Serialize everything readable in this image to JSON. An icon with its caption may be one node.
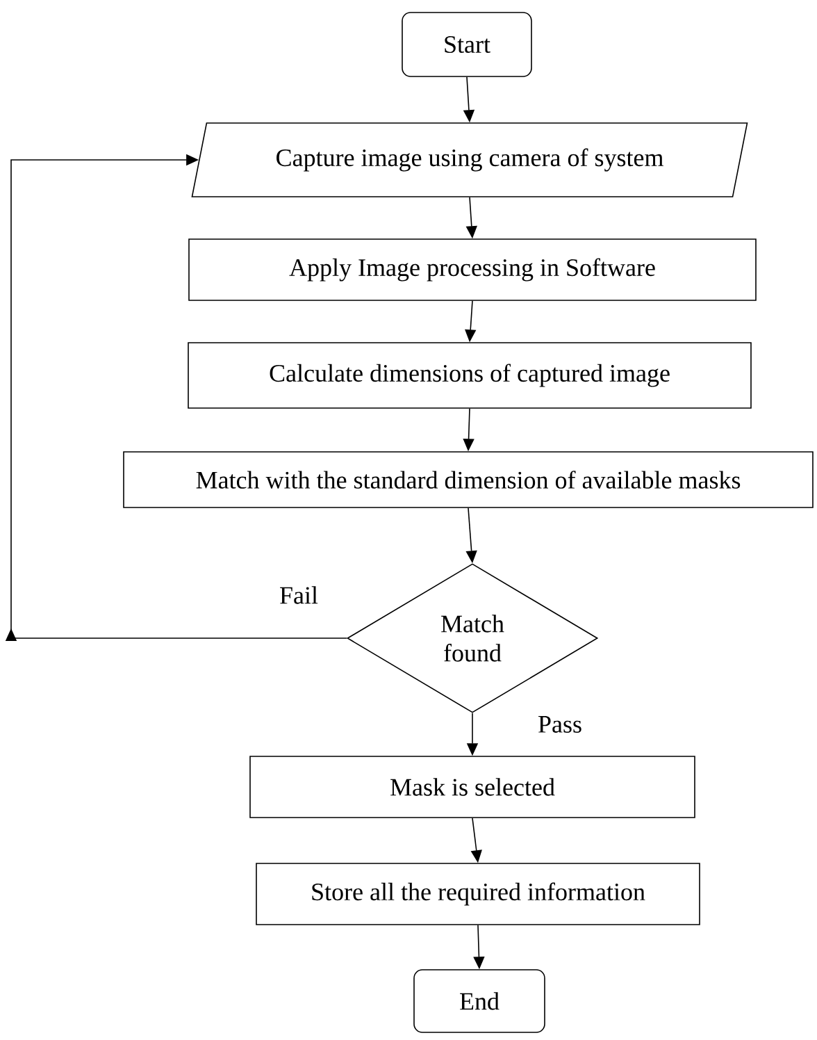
{
  "diagram": {
    "nodes": [
      {
        "text": [
          "Start"
        ]
      },
      {
        "text": [
          "Capture image using camera of system"
        ]
      },
      {
        "text": [
          "Apply Image processing in Software"
        ]
      },
      {
        "text": [
          "Calculate dimensions of captured image"
        ]
      },
      {
        "text": [
          "Match with the standard dimension of available masks"
        ]
      },
      {
        "text": [
          "Match found"
        ]
      },
      {
        "text": [
          "Mask is selected"
        ]
      },
      {
        "text": [
          "Store all the required information"
        ]
      },
      {
        "text": [
          "End"
        ]
      }
    ],
    "edges": [
      {
        "from": 0,
        "to": 1,
        "arrow": "to"
      },
      {
        "from": 1,
        "to": 2,
        "arrow": "to"
      },
      {
        "from": 2,
        "to": 3,
        "arrow": "to"
      },
      {
        "from": 3,
        "to": 4,
        "arrow": "to"
      },
      {
        "from": 4,
        "to": 5,
        "arrow": "to"
      },
      {
        "from": 5,
        "to": 1,
        "arrow": "to",
        "label": "Fail"
      },
      {
        "from": 5,
        "to": 6,
        "arrow": "to",
        "label": "Pass"
      },
      {
        "from": 6,
        "to": 7,
        "arrow": "to"
      },
      {
        "from": 7,
        "to": 8,
        "arrow": "to"
      }
    ]
  }
}
